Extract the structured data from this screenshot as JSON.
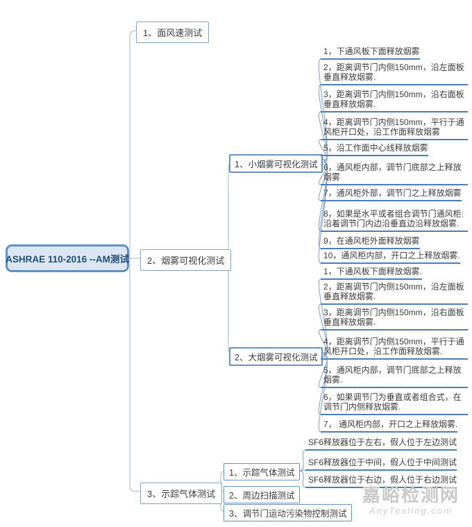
{
  "root": {
    "label": "ASHRAE 110-2016 --AM测试"
  },
  "branch1": {
    "label": "1、面风速测试"
  },
  "branch2": {
    "label": "2、烟雾可视化测试",
    "small": {
      "label": "1、小烟雾可视化测试",
      "items": [
        "1，下通风板下面释放烟雾",
        "2，距离调节门内侧150mm，沿左面板垂直释放烟雾.",
        "3，距离调节门内侧150mm，沿右面板垂直释放烟雾.",
        "4，距离调节门内侧150mm，平行于通风柜开口处，沿工作面释放烟雾",
        "5，沿工作面中心线释放烟雾",
        "6，通风柜内部，调节门底部之上释放烟雾",
        "7，通风柜外部，调节门之上释放烟雾",
        "8，如果是水平或者组合调节门通风柜:沿着调节门内边沿垂直边沿释放烟雾.",
        "9，在通风柜外面释放烟雾",
        "10，通风柜内部，开口之上释放烟雾."
      ]
    },
    "big": {
      "label": "2、大烟雾可视化测试",
      "items": [
        "1，下通风板下面释放烟雾.",
        "2，距离调节门内侧150mm，沿左面板垂直释放烟雾.",
        "3，距离调节门内侧150mm，沿右面板垂直释放烟雾.",
        "4，距离调节门内侧150mm，平行于通风柜开口处，沿工作面释放烟雾.",
        "5，通风柜内部，调节门底部之上释放烟雾.",
        "6，如果调节门为垂直或者组合式，在调节门内侧释放烟雾.",
        "7， 通风柜内部，开口之上释放烟雾."
      ]
    }
  },
  "branch3": {
    "label": "3、示踪气体测试",
    "tracer": {
      "label": "1、示踪气体测试",
      "items": [
        "SF6释放器位于左右，假人位于左边测试",
        "SF6释放器位于中间，假人位于中间测试",
        "SF6释放器位于右边，假人位于右边测试"
      ]
    },
    "scan": {
      "label": "2、周边扫描测试"
    },
    "sash": {
      "label": "3、调节门运动污染物控制测试"
    }
  },
  "watermark": {
    "title": "嘉峪检测网",
    "subtitle": "AnyTesting.com"
  },
  "colors": {
    "root_fill": "#dce6f2",
    "root_border": "#5e90c8",
    "root_text": "#1f4e79",
    "node_border": "#86a3c0",
    "subnode_border": "#6593c6",
    "underline": "#4a7ebb",
    "connector": "#9fb6cb"
  }
}
